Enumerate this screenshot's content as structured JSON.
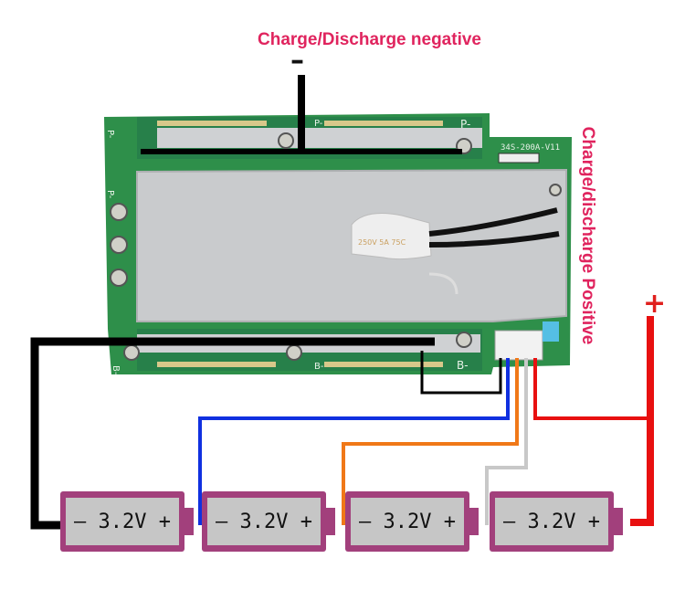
{
  "labels": {
    "negative": "Charge/Discharge negative",
    "negative_sign": "–",
    "positive": "Charge/discharge Positive",
    "positive_sign": "+"
  },
  "board": {
    "model": "34S-200A-V11",
    "pad_p_top_left": "P-",
    "pad_p_top_mid": "P-",
    "pad_p_top_right": "P-",
    "pad_b_left": "B-",
    "pad_b_mid": "B-",
    "pad_b_right": "B-",
    "pad_p_side": "P-",
    "sticker": "250V 5A 75C"
  },
  "cells": [
    {
      "label": "– 3.2V +"
    },
    {
      "label": "– 3.2V +"
    },
    {
      "label": "– 3.2V +"
    },
    {
      "label": "– 3.2V +"
    }
  ],
  "colors": {
    "label_red": "#e0245e",
    "wire_black": "#000000",
    "wire_blue": "#1030e0",
    "wire_orange": "#f07818",
    "wire_gray": "#c8c8c8",
    "wire_red": "#e81010",
    "board_green": "#2e8f4a",
    "cell_frame": "#a2407c"
  }
}
